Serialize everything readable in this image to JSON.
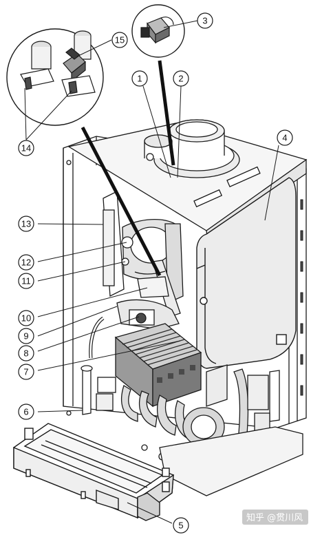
{
  "image": {
    "kind": "exploded technical line drawing of a wall-mounted boiler",
    "background": "#ffffff",
    "ink": "#1a1a1a",
    "fill_light": "#ececec",
    "fill_mid": "#cfcfcf",
    "fill_dark": "#4a4a4a"
  },
  "callouts": [
    {
      "id": "1",
      "label": "1"
    },
    {
      "id": "2",
      "label": "2"
    },
    {
      "id": "3",
      "label": "3"
    },
    {
      "id": "4",
      "label": "4"
    },
    {
      "id": "5",
      "label": "5"
    },
    {
      "id": "6",
      "label": "6"
    },
    {
      "id": "7",
      "label": "7"
    },
    {
      "id": "8",
      "label": "8"
    },
    {
      "id": "9",
      "label": "9"
    },
    {
      "id": "10",
      "label": "10"
    },
    {
      "id": "11",
      "label": "11"
    },
    {
      "id": "12",
      "label": "12"
    },
    {
      "id": "13",
      "label": "13"
    },
    {
      "id": "14",
      "label": "14"
    },
    {
      "id": "15",
      "label": "15"
    }
  ],
  "details": [
    {
      "id": "detail-top",
      "shows": [
        "3"
      ]
    },
    {
      "id": "detail-left",
      "shows": [
        "14",
        "15"
      ]
    }
  ],
  "watermark": {
    "text": "知乎 @贯川风",
    "icon": "zhihu-logo-icon",
    "color": "#ffffff"
  }
}
